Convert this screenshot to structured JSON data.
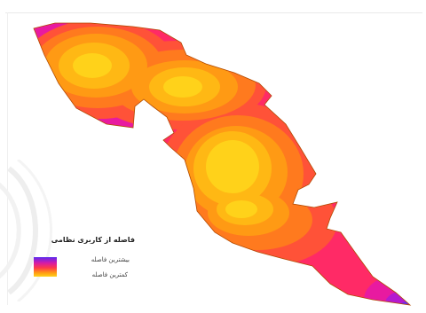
{
  "legend": {
    "title": "فاصله از کاربری نظامی",
    "max_label": "بیشترین فاصله",
    "min_label": "کمترین فاصله"
  },
  "colors": {
    "ramp": [
      "#ffd21a",
      "#ffb814",
      "#ff9a14",
      "#ff7a1e",
      "#ff5238",
      "#ff2a66",
      "#e81aa0",
      "#b41ad0",
      "#6a2aee",
      "#2a2ad8"
    ],
    "boundary": "#b24a00",
    "background": "#ffffff"
  },
  "icons": {
    "watermark": "crescent-rings-watermark-icon"
  }
}
